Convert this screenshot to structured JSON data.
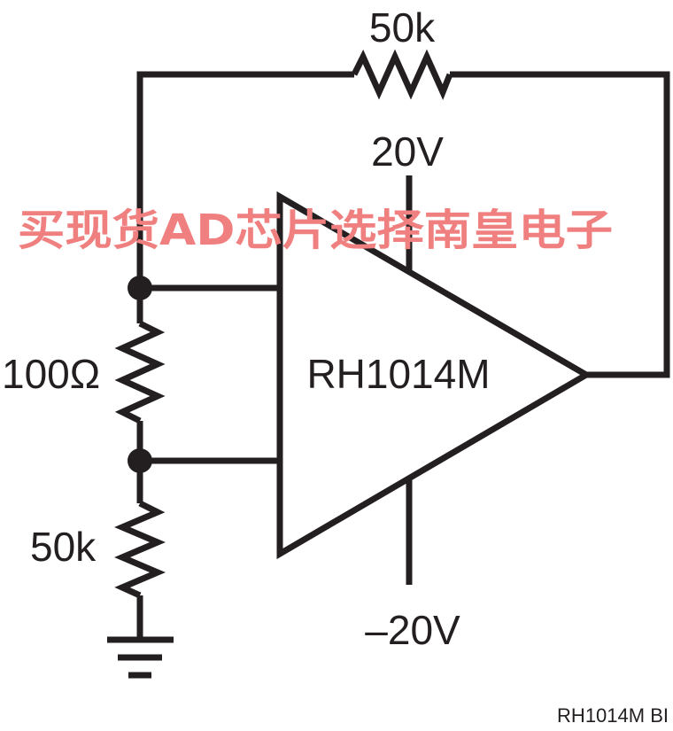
{
  "labels": {
    "feedback_resistor": "50k",
    "supply_positive": "20V",
    "mid_resistor": "100Ω",
    "bottom_resistor": "50k",
    "opamp": "RH1014M",
    "supply_negative": "–20V",
    "figure_id": "RH1014M BI"
  },
  "watermark": "买现货AD芯片选择南皇电子",
  "colors": {
    "ink": "#231f20",
    "watermark": "#f08080"
  }
}
